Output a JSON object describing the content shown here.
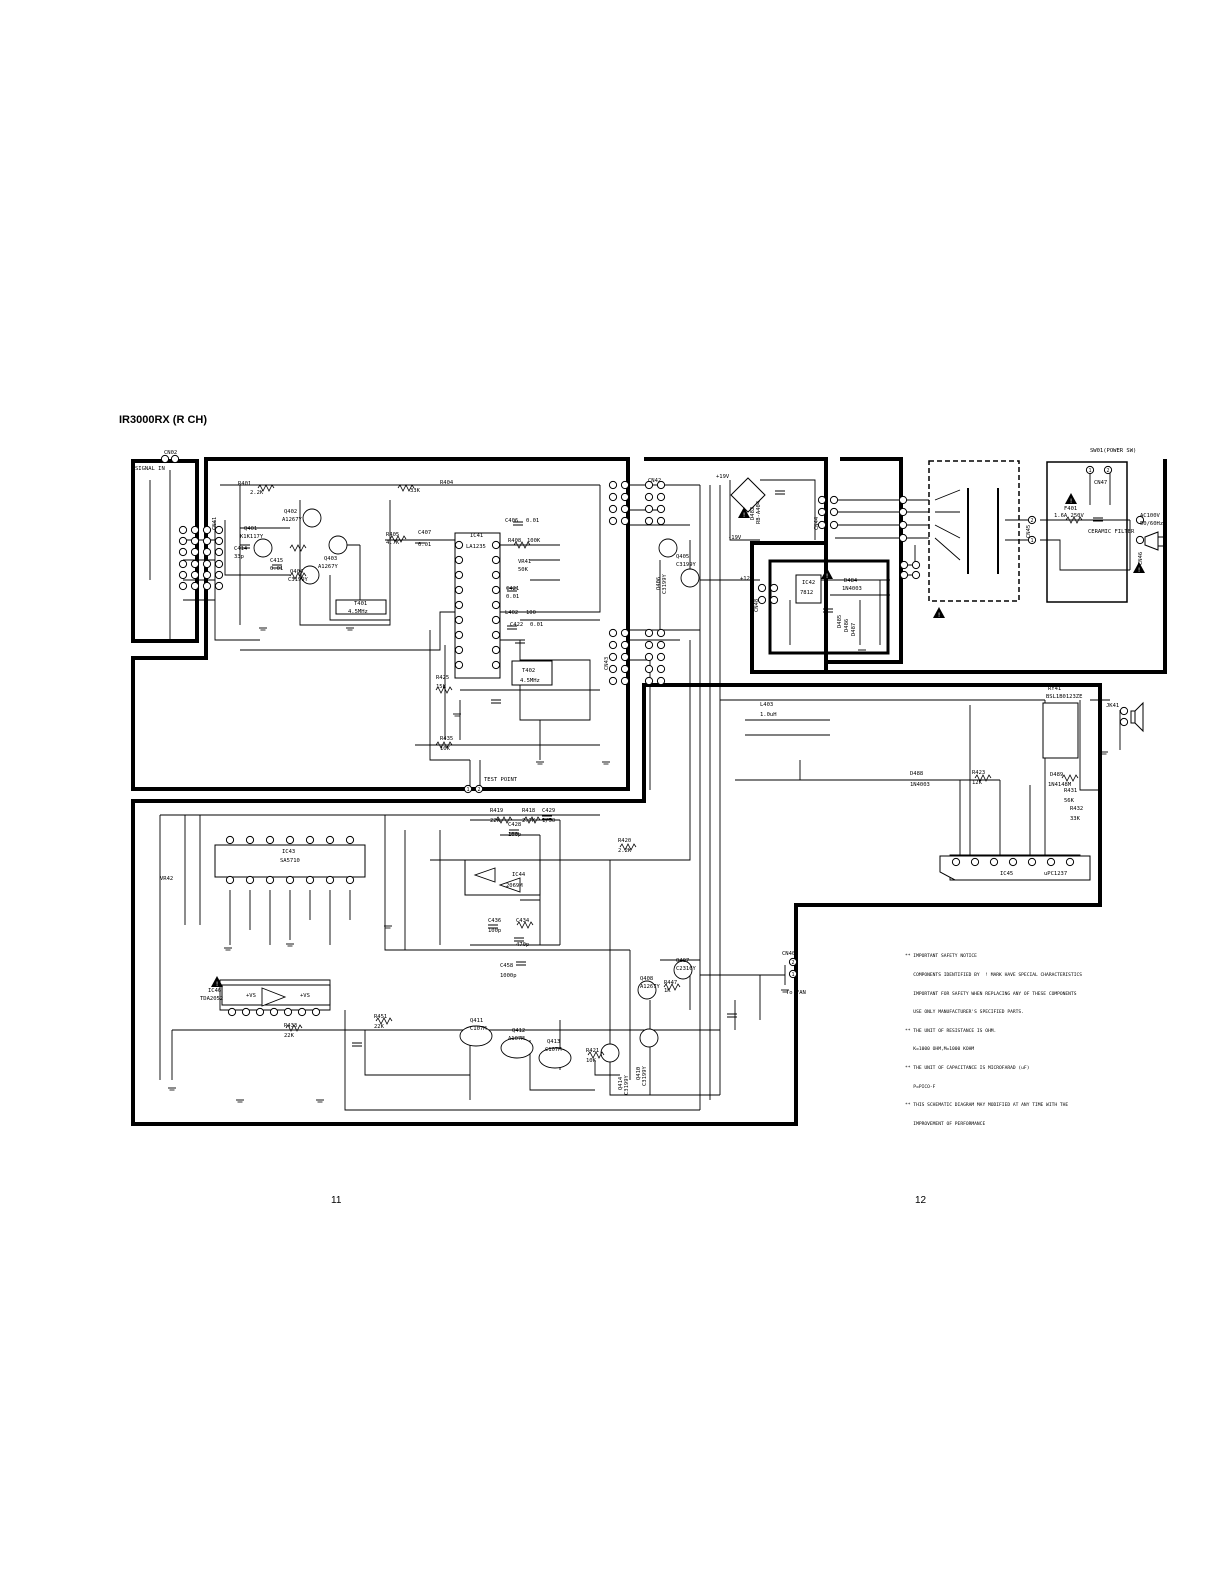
{
  "page": {
    "title": "IR3000RX (R CH)",
    "page_left": "11",
    "page_right": "12"
  },
  "notes": {
    "lines": [
      "** IMPORTANT SAFETY NOTICE",
      "   COMPONENTS IDENTIFIED BY  ! MARK HAVE SPECIAL CHARACTERISTICS",
      "   IMPORTANT FOR SAFETY WHEN REPLACING ANY OF THESE COMPONENTS",
      "   USE ONLY MANUFACTURER'S SPECIFIED PARTS.",
      "** THE UNIT OF RESISTANCE IS OHM.",
      "   K=1000 OHM,M=1000 KOHM",
      "** THE UNIT OF CAPACITANCE IS MICROFARAD (uF)",
      "   P=PICO-F",
      "** THIS SCHEMATIC DIAGRAM MAY MODIFIED AT ANY TIME WITH THE",
      "   IMPROVEMENT OF PERFORMANCE"
    ]
  },
  "labels": {
    "signal_in": "SIGNAL IN",
    "cn02": "CN02",
    "ic41": "IC41",
    "ic41_part": "LA1235",
    "ic42": "IC42",
    "ic42_part": "7812",
    "ic43": "IC43",
    "ic43_part": "SA5710",
    "ic44": "IC44",
    "ic44_part": "2069M",
    "ic45": "IC45",
    "ic45_part": "uPC1237",
    "ic46": "IC46",
    "ic46_part": "TDA2052",
    "t401": "T401",
    "t401_val": "4.5MHz",
    "t402": "T402",
    "t402_val": "4.5MHz",
    "test_point": "TEST POINT",
    "v12": "+12V",
    "v19": "+19V",
    "v_19": "-19V",
    "vs_plus": "+VS",
    "vs_plus2": "+VS",
    "power_sw": "SW01(POWER SW)",
    "ac_line": "AC100V",
    "ac_freq": "50/60Hz",
    "ceramic_filter": "CERAMIC FILTER",
    "fuse": "F401",
    "fuse_val": "1.6A 250V",
    "relay": "RY41",
    "relay_part": "BSL1B0123ZE",
    "jack": "JK41",
    "to_fan": "To FAN",
    "cn40": "CN40",
    "q401": "Q401",
    "q401_part": "K1K117Y",
    "q402": "Q402",
    "q402_part": "A1267Y",
    "q403": "Q403",
    "q403_part": "A1267Y",
    "q404": "Q404",
    "q404_part": "C3199Y",
    "q405": "Q405",
    "q405_part": "C3199Y",
    "q406": "Q406",
    "q406_part": "C3199Y",
    "q407": "Q407",
    "q407_part": "C2316Y",
    "q408": "Q408",
    "q408_part": "A1267Y",
    "q410": "Q410",
    "q410_part": "C3199Y",
    "q411": "Q411",
    "q411_part": "C107M",
    "q412": "Q412",
    "q412_part": "A107M",
    "q413": "Q413",
    "q413_part": "C107M",
    "q414": "Q414",
    "q414_part": "C3199Y",
    "d482": "D482",
    "d482_part": "RB-A404",
    "d484": "D484",
    "d485": "D485",
    "d486": "D486",
    "d487": "D487",
    "d4_part": "1N4003",
    "d488": "D488",
    "d488_part": "1N4003",
    "d489": "D489",
    "d489_part": "1N4148M",
    "cn41": "CN41",
    "cn42": "CN42",
    "cn43": "CN43",
    "cn44": "CN44",
    "cn45": "CN45",
    "cn46": "CN46",
    "cn47": "CN47",
    "cn48": "CN48",
    "r401": "R401",
    "r401_val": "2.2K",
    "r404": "R404",
    "r404_val": "33K",
    "r405": "R405",
    "r405_val": "4.7K",
    "r408": "R408",
    "r408_val": "100K",
    "vr41": "VR41",
    "vr41_val": "50K",
    "vr42": "VR42",
    "r425": "R425",
    "r425_val": "15K",
    "r435": "R435",
    "r435_val": "10K",
    "r419": "R419",
    "r419_val": "22K",
    "r418": "R418",
    "r418_val": "2.7K",
    "r420": "R420",
    "r420_val": "2.2K",
    "r451": "R451",
    "r451_val": "22K",
    "r433": "R433",
    "r433_val": "22K",
    "r421": "R421",
    "r421_val": "10K",
    "r447": "R447",
    "r447_val": "1K",
    "r423": "R423",
    "r423_val": "12K",
    "r431": "R431",
    "r431_val": "56K",
    "r432": "R432",
    "r432_val": "33K",
    "l402": "L402",
    "l402_val": "100",
    "l403": "L403",
    "l403_val": "1.0uH",
    "c406": "C406",
    "c406_val": "0.01",
    "c407": "C407",
    "c407_val": "0.01",
    "c414": "C414",
    "c414_val": "33p",
    "c415": "C415",
    "c415_val": "0.01",
    "c421": "C421",
    "c421_val": "0.01",
    "c422": "C422",
    "c422_val": "0.01",
    "c428": "C428",
    "c428_val": "100p",
    "c429": "C429",
    "c429_val": "1/50",
    "c436": "C436",
    "c436_val": "100p",
    "c434": "C434",
    "c434_val": "470p",
    "c458": "C458",
    "c458_val": "1000p"
  }
}
